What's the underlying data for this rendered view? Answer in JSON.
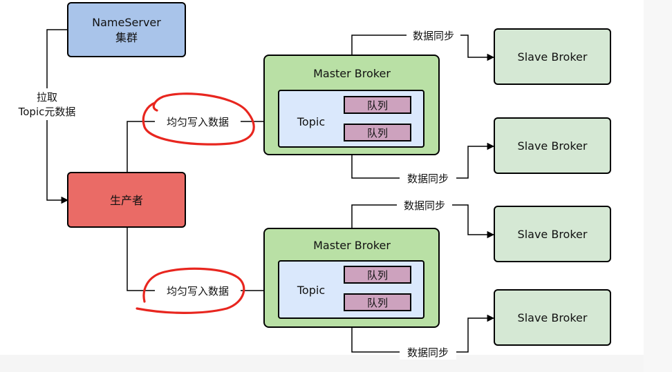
{
  "nameserver": {
    "line1": "NameServer",
    "line2": "集群"
  },
  "pull_label": {
    "line1": "拉取",
    "line2": "Topic元数据"
  },
  "producer": {
    "label": "生产者"
  },
  "write_label_top": "均匀写入数据",
  "write_label_bottom": "均匀写入数据",
  "master_top": {
    "title": "Master Broker",
    "topic": "Topic",
    "queue1": "队列",
    "queue2": "队列"
  },
  "master_bottom": {
    "title": "Master Broker",
    "topic": "Topic",
    "queue1": "队列",
    "queue2": "队列"
  },
  "sync_labels": [
    "数据同步",
    "数据同步",
    "数据同步",
    "数据同步"
  ],
  "slaves": [
    "Slave Broker",
    "Slave Broker",
    "Slave Broker",
    "Slave Broker"
  ],
  "colors": {
    "nameserver_fill": "#a9c4ea",
    "producer_fill": "#ea6b66",
    "master_fill": "#b9e0a5",
    "topic_fill": "#dae8fc",
    "queue_fill": "#cda2be",
    "slave_fill": "#d5e8d4",
    "annotation": "#e8261f"
  }
}
